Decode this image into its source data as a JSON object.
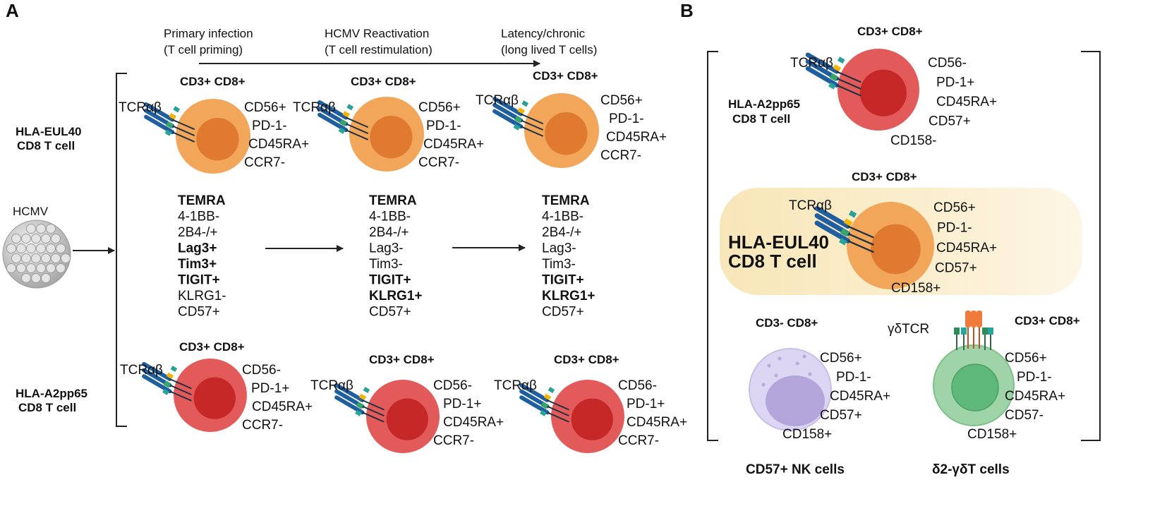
{
  "panel_labels": {
    "a": "A",
    "b": "B"
  },
  "timeline": {
    "stage1": [
      "Primary infection",
      "(T cell priming)"
    ],
    "stage2": [
      "HCMV Reactivation",
      "(T cell restimulation)"
    ],
    "stage3": [
      "Latency/chronic",
      "(long lived T cells)"
    ]
  },
  "virus_label": "HCMV",
  "row_labels": {
    "eul40": [
      "HLA-EUL40",
      "CD8 T cell"
    ],
    "a2pp65": [
      "HLA-A2pp65",
      "CD8 T cell"
    ]
  },
  "cell_title": "CD3+ CD8+",
  "tcr_label": "TCRαβ",
  "eul40_markers": [
    "CD56+",
    "PD-1-",
    "CD45RA+",
    "CCR7-"
  ],
  "a2pp65_markers": [
    "CD56-",
    "PD-1+",
    "CD45RA+",
    "CCR7-"
  ],
  "phenotypes": [
    [
      {
        "t": "TEMRA",
        "b": true
      },
      {
        "t": "4-1BB-",
        "b": false
      },
      {
        "t": "2B4-/+",
        "b": false
      },
      {
        "t": "Lag3+",
        "b": true
      },
      {
        "t": "Tim3+",
        "b": true
      },
      {
        "t": "TIGIT+",
        "b": true
      },
      {
        "t": "KLRG1-",
        "b": false
      },
      {
        "t": "CD57+",
        "b": false
      }
    ],
    [
      {
        "t": "TEMRA",
        "b": true
      },
      {
        "t": "4-1BB-",
        "b": false
      },
      {
        "t": "2B4-/+",
        "b": false
      },
      {
        "t": "Lag3-",
        "b": false
      },
      {
        "t": "Tim3-",
        "b": false
      },
      {
        "t": "TIGIT+",
        "b": true
      },
      {
        "t": "KLRG1+",
        "b": true
      },
      {
        "t": "CD57+",
        "b": false
      }
    ],
    [
      {
        "t": "TEMRA",
        "b": true
      },
      {
        "t": "4-1BB-",
        "b": false
      },
      {
        "t": "2B4-/+",
        "b": false
      },
      {
        "t": "Lag3-",
        "b": false
      },
      {
        "t": "Tim3-",
        "b": false
      },
      {
        "t": "TIGIT+",
        "b": true
      },
      {
        "t": "KLRG1+",
        "b": true
      },
      {
        "t": "CD57+",
        "b": false
      }
    ]
  ],
  "panel_b": {
    "a2pp65_title": "CD3+ CD8+",
    "a2pp65_label": [
      "HLA-A2pp65",
      "CD8 T cell"
    ],
    "a2pp65_markers": [
      "CD56-",
      "PD-1+",
      "CD45RA+",
      "CD57+",
      "CD158-"
    ],
    "eul40_title": "CD3+ CD8+",
    "eul40_label": [
      "HLA-EUL40",
      "CD8 T cell"
    ],
    "eul40_markers": [
      "CD56+",
      "PD-1-",
      "CD45RA+",
      "CD57+",
      "CD158+"
    ],
    "nk_title": "CD3- CD8+",
    "nk_markers": [
      "CD56+",
      "PD-1-",
      "CD45RA+",
      "CD57+",
      "CD158+"
    ],
    "nk_name": "CD57+ NK cells",
    "gd_title": "CD3+ CD8+",
    "gd_tcr": "γδTCR",
    "gd_markers": [
      "CD56+",
      "PD-1-",
      "CD45RA+",
      "CD57-",
      "CD158+"
    ],
    "gd_name": "δ2-γδT  cells"
  },
  "colors": {
    "orange_outer": "#f2a65a",
    "orange_inner": "#e07a30",
    "red_outer": "#e35a5a",
    "red_inner": "#c62828",
    "nk_outer": "#ddd6f3",
    "nk_inner": "#b3a4d9",
    "gd_outer": "#9fd3a8",
    "gd_inner": "#5db87a",
    "highlight": "#fbeec8"
  }
}
